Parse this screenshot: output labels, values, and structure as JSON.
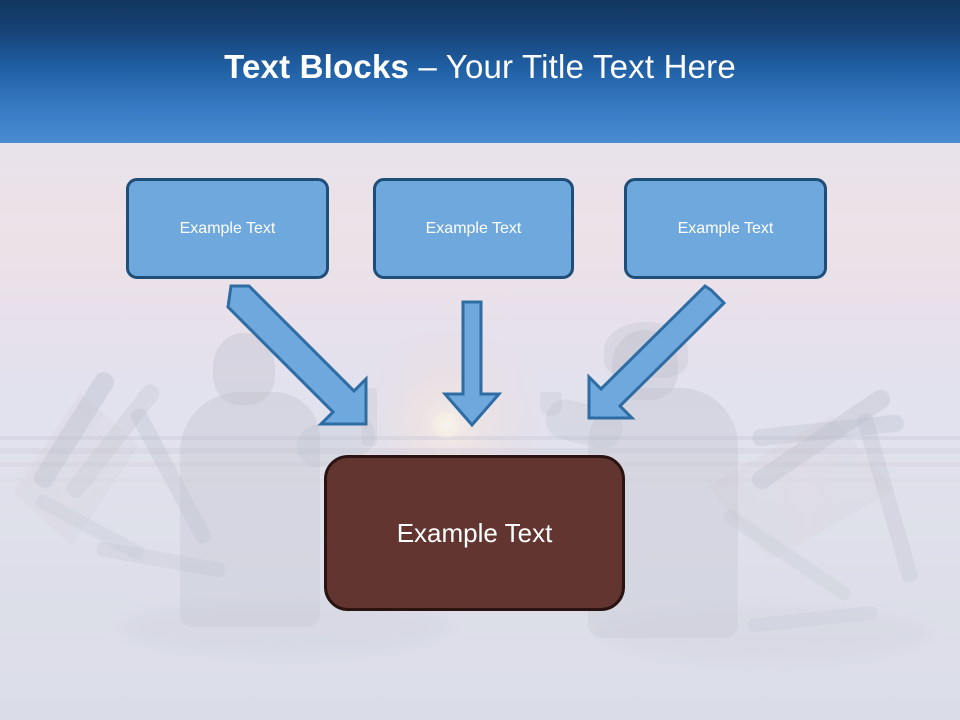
{
  "slide": {
    "title": {
      "bold_part": "Text Blocks ",
      "rest_part": "– Your Title Text Here",
      "full": "Text Blocks – Your Title Text Here"
    },
    "colors": {
      "title_bar_top": "#12365f",
      "title_bar_bottom": "#4a8cd2",
      "box_blue_fill": "#6fa8dd",
      "box_blue_border": "#1f4e79",
      "box_maroon_fill": "#623531",
      "box_maroon_border": "#2a1411",
      "arrow_fill": "#6fa8dd",
      "arrow_border": "#2e6ca4",
      "text_color": "#ffffff",
      "background_sky": "#e3e1ed"
    },
    "top_boxes": [
      {
        "label": "Example Text"
      },
      {
        "label": "Example Text"
      },
      {
        "label": "Example Text"
      }
    ],
    "bottom_box": {
      "label": "Example Text"
    },
    "arrows": [
      {
        "name": "arrow-down-right",
        "from": "box-1",
        "to": "bottom-box"
      },
      {
        "name": "arrow-down",
        "from": "box-2",
        "to": "bottom-box"
      },
      {
        "name": "arrow-down-left",
        "from": "box-3",
        "to": "bottom-box"
      }
    ],
    "background": {
      "description": "beach sunset photo with silhouetted people in deck chairs",
      "elements": [
        "sun",
        "sky",
        "sand",
        "deck-chair-left",
        "deck-chair-right",
        "person-left",
        "person-right"
      ]
    }
  }
}
